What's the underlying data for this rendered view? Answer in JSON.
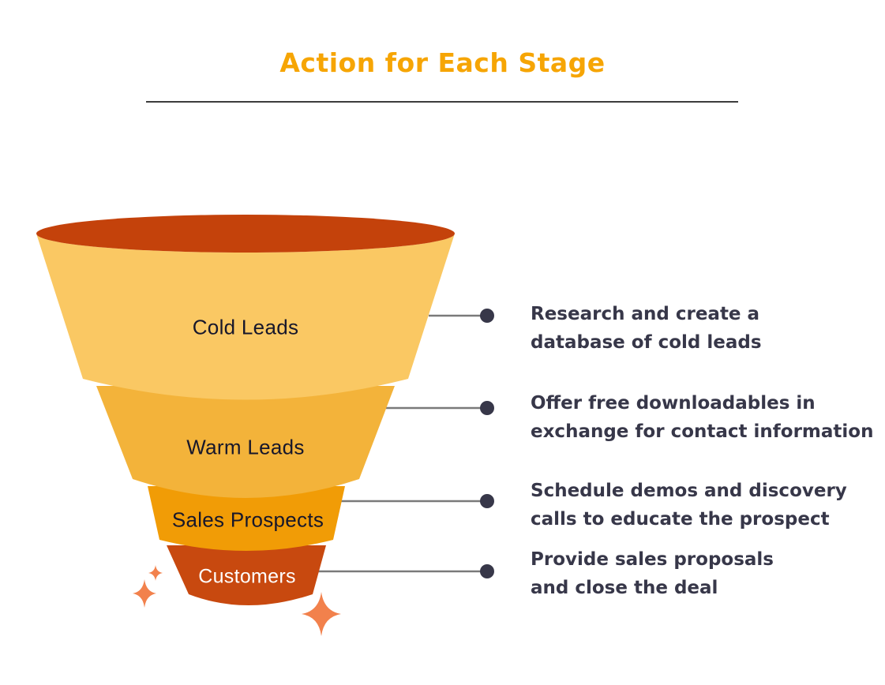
{
  "header": {
    "title": "Action for Each Stage",
    "title_color": "#F6A504",
    "divider_color": "#3C3C3C"
  },
  "funnel": {
    "opening_color": "#C4420B",
    "stages": [
      {
        "label": "Cold Leads",
        "color": "#FAC863",
        "label_color": "#17172B"
      },
      {
        "label": "Warm Leads",
        "color": "#F3B33A",
        "label_color": "#17172B"
      },
      {
        "label": "Sales Prospects",
        "color": "#F19C06",
        "label_color": "#17172B"
      },
      {
        "label": "Customers",
        "color": "#C8490F",
        "label_color": "#FFFFFF"
      }
    ]
  },
  "annotations": {
    "text_color": "#373749",
    "connector_color": "#7A7A7A",
    "dot_color": "#373749",
    "items": [
      {
        "text": "Research and create a\ndatabase of cold leads"
      },
      {
        "text": "Offer free downloadables in\nexchange for contact information"
      },
      {
        "text": "Schedule demos and discovery\ncalls to educate the prospect"
      },
      {
        "text": "Provide sales proposals\nand close the deal"
      }
    ]
  },
  "decorations": {
    "sparkle_color": "#F2814C"
  }
}
